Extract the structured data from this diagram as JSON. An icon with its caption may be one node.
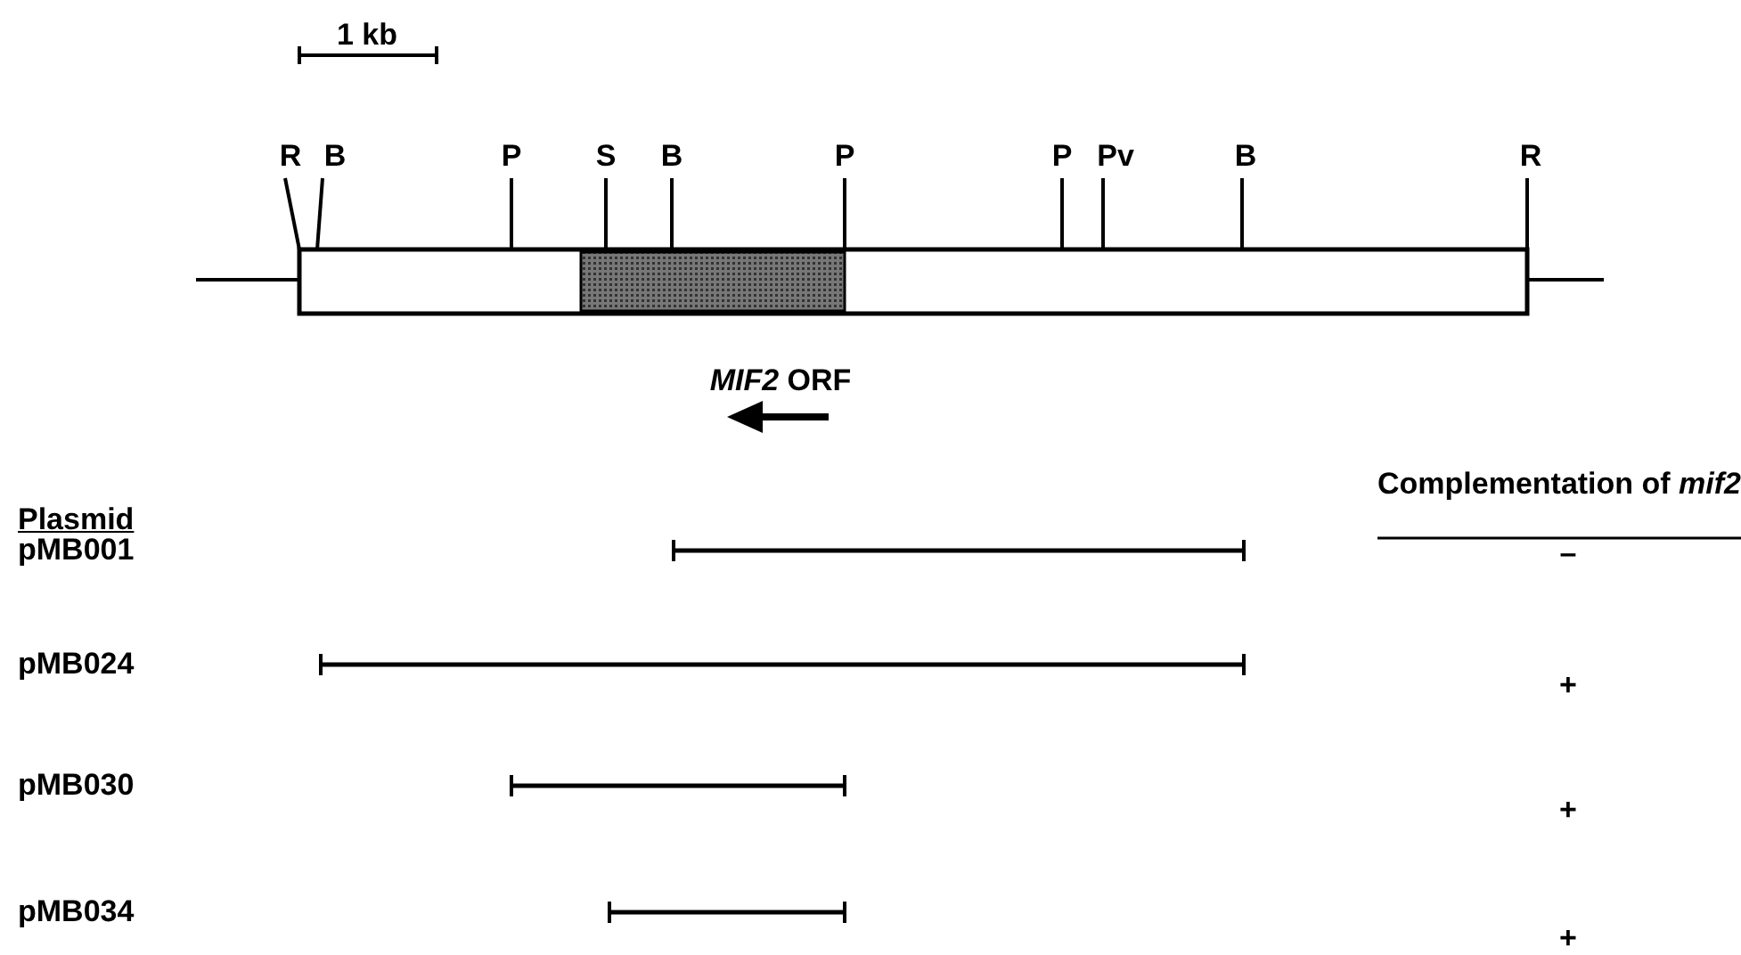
{
  "diagram": {
    "labels": [
      "1 kb",
      "R",
      "B",
      "P",
      "S",
      "B",
      "P",
      "P",
      "Pv",
      "B",
      "R",
      "*MIF2* ORF",
      "Complementation of *mif2*",
      "Plasmid",
      "pMB001",
      "–",
      "pMB024",
      "+",
      "pMB030",
      "+",
      "pMB034",
      "+"
    ]
  }
}
